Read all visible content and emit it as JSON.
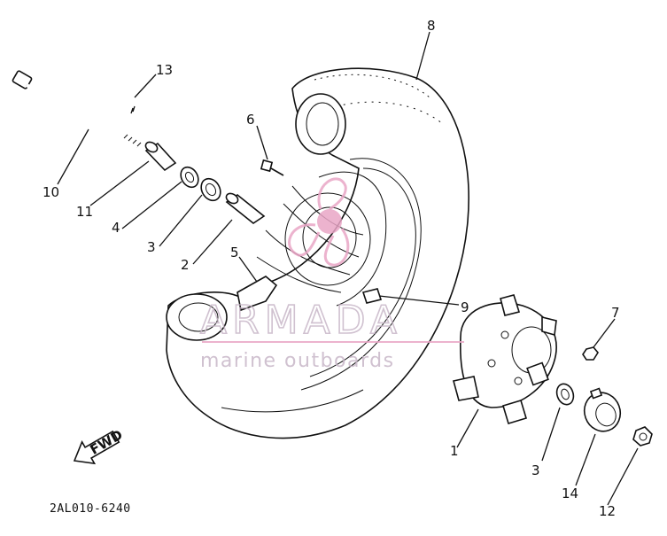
{
  "diagram": {
    "drawing_code": "2AL010-6240",
    "callouts": {
      "c1a": "1",
      "c2": "2",
      "c3a": "3",
      "c3b": "3",
      "c4": "4",
      "c5": "5",
      "c6": "6",
      "c7": "7",
      "c8": "8",
      "c9": "9",
      "c10": "10",
      "c11": "11",
      "c12": "12",
      "c13": "13",
      "c14": "14"
    },
    "fwd_label": "FWD"
  },
  "watermark": {
    "brand": "ARMADA",
    "tagline": "marine outboards",
    "color": "#e9a6c6"
  }
}
